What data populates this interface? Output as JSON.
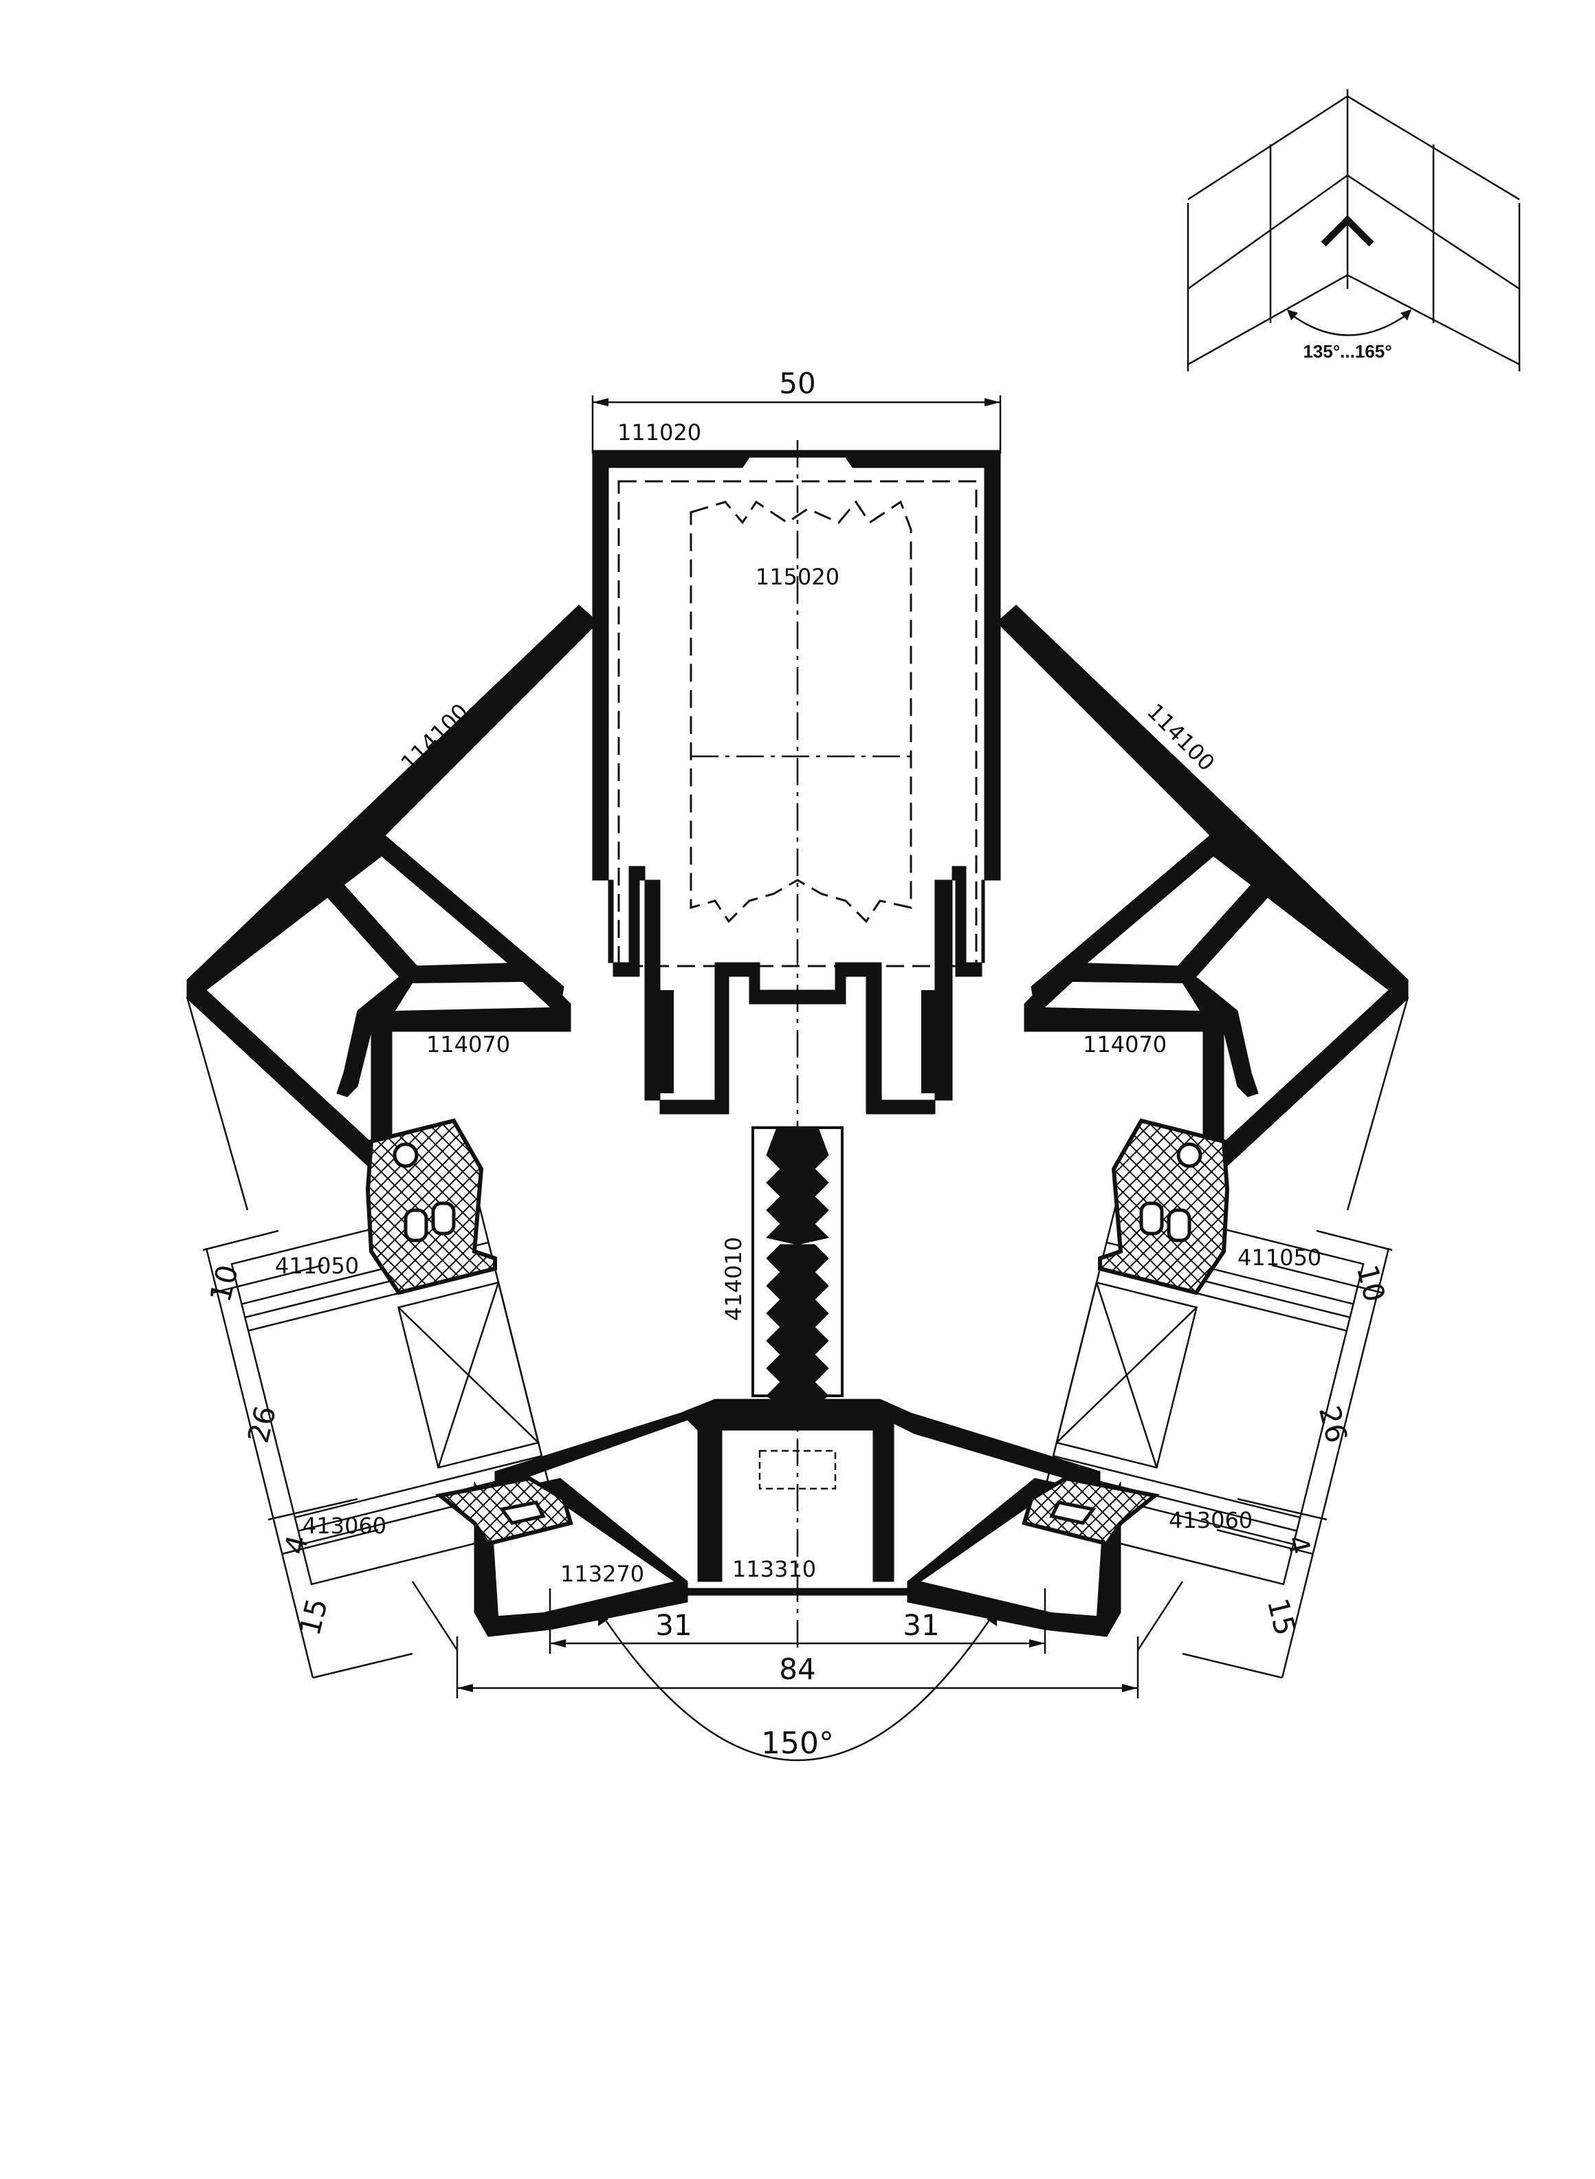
{
  "labels": {
    "frame_mullion": "111020",
    "reinforcement": "115020",
    "wing_left": "114100",
    "wing_right": "114100",
    "adapter_left": "114070",
    "adapter_right": "114070",
    "gasket_outer_left": "411050",
    "gasket_outer_right": "411050",
    "gasket_inner_left": "413060",
    "gasket_inner_right": "413060",
    "isolator": "414010",
    "pressure_plate": "113270",
    "cover_cap": "113310"
  },
  "dimensions": {
    "width_top": "50",
    "left_10": "10",
    "left_26": "26",
    "left_4": "4",
    "left_15": "15",
    "right_10": "10",
    "right_26": "26",
    "right_4": "4",
    "right_15": "15",
    "half_left": "31",
    "half_right": "31",
    "total": "84",
    "angle": "150°"
  },
  "inset": {
    "angle_range": "135°...165°"
  }
}
